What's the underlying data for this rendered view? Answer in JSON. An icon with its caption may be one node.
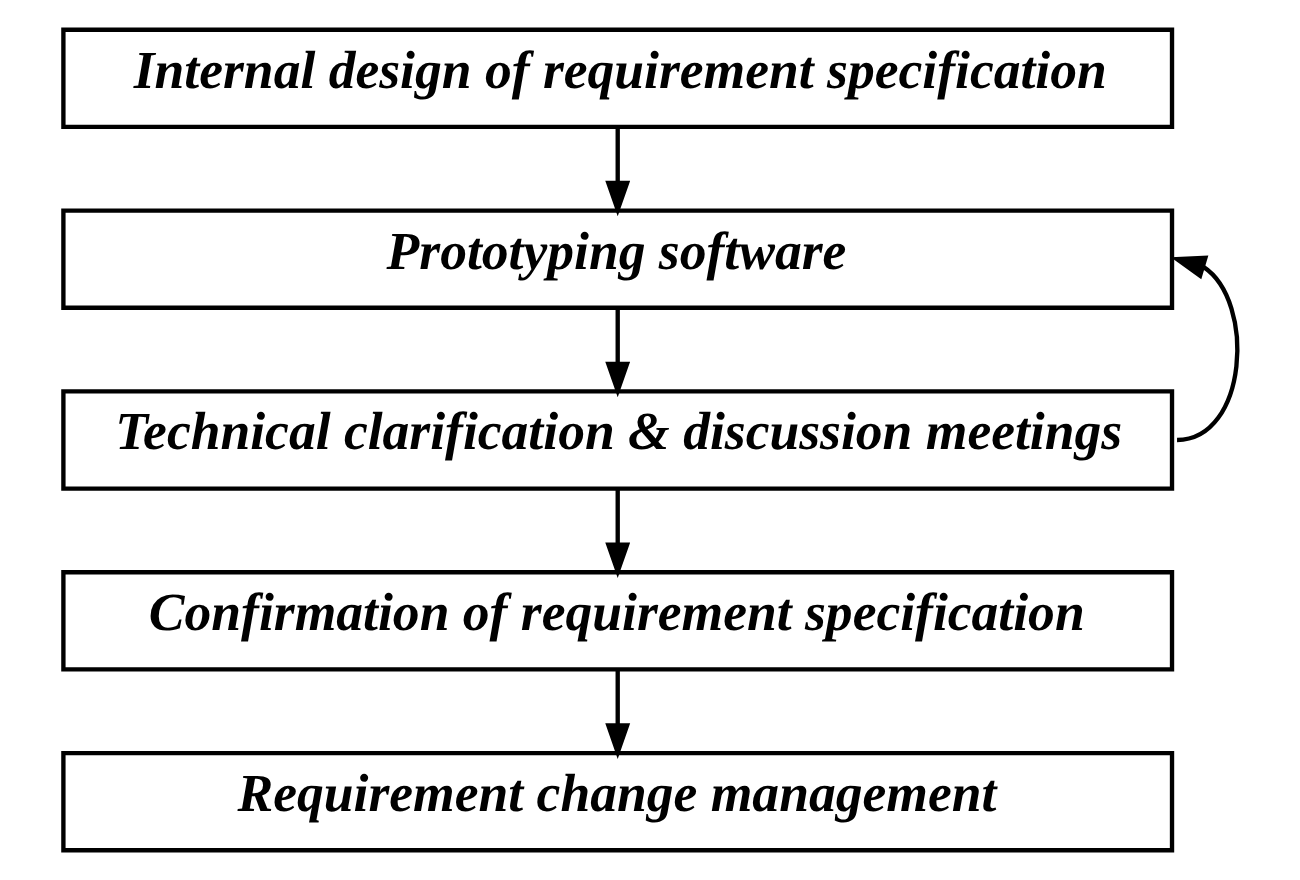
{
  "diagram": {
    "nodes": [
      {
        "text": [
          "Internal design of requirement specification"
        ]
      },
      {
        "text": [
          "Prototyping software"
        ]
      },
      {
        "text": [
          "Technical clarification & discussion meetings"
        ]
      },
      {
        "text": [
          "Confirmation of requirement specification"
        ]
      },
      {
        "text": [
          "Requirement change management"
        ]
      }
    ],
    "edges": [
      {
        "from": 0,
        "to": 1,
        "arrow": "to"
      },
      {
        "from": 1,
        "to": 2,
        "arrow": "to"
      },
      {
        "from": 2,
        "to": 3,
        "arrow": "to"
      },
      {
        "from": 3,
        "to": 4,
        "arrow": "to"
      },
      {
        "from": 2,
        "to": 1,
        "arrow": "to"
      }
    ]
  }
}
